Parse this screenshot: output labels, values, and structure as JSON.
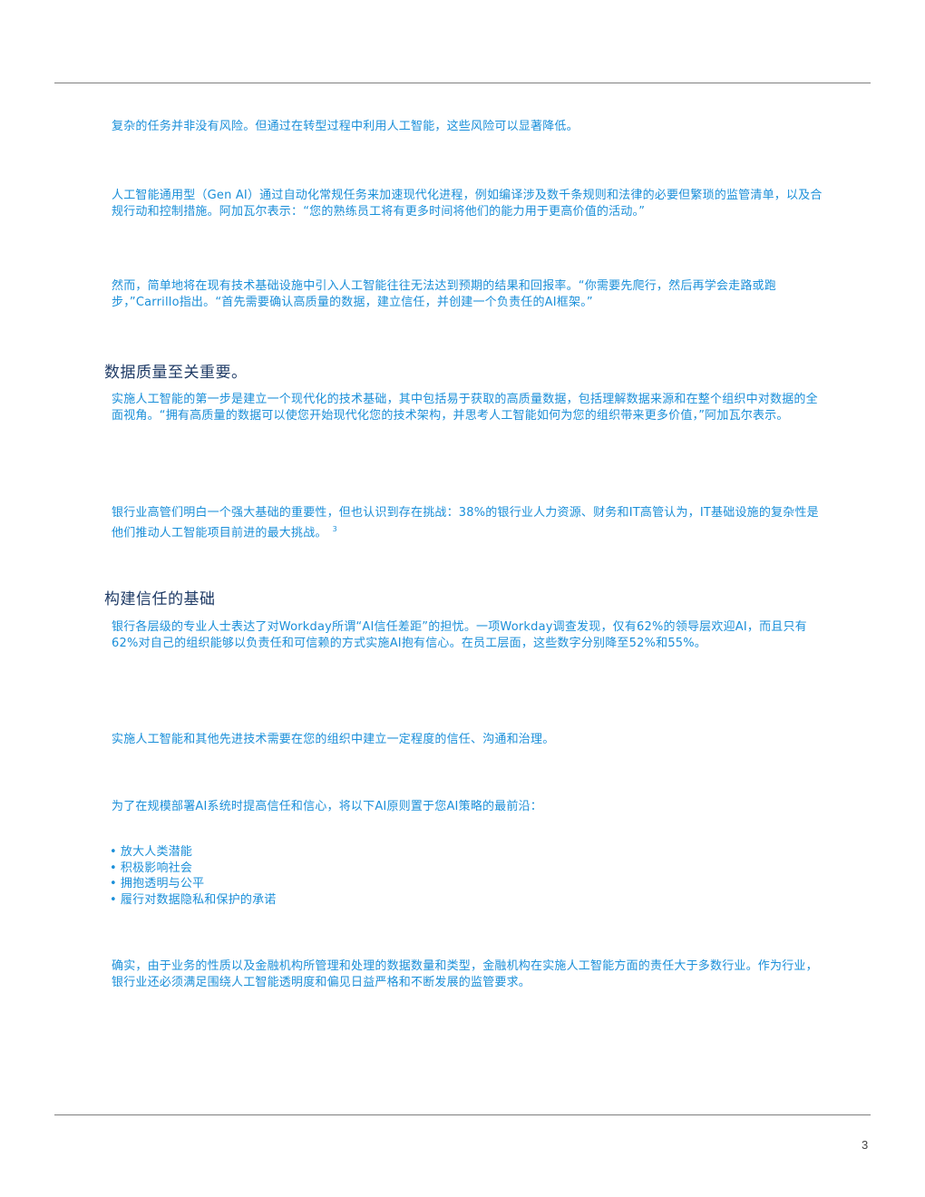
{
  "paragraphs": {
    "p1": "复杂的任务并非没有风险。但通过在转型过程中利用人工智能，这些风险可以显著降低。",
    "p2": "人工智能通用型（Gen AI）通过自动化常规任务来加速现代化进程，例如编译涉及数千条规则和法律的必要但繁琐的监管清单，以及合规行动和控制措施。阿加瓦尔表示：“您的熟练员工将有更多时间将他们的能力用于更高价值的活动。”",
    "p3": "然而，简单地将在现有技术基础设施中引入人工智能往往无法达到预期的结果和回报率。“你需要先爬行，然后再学会走路或跑步，”Carrillo指出。“首先需要确认高质量的数据，建立信任，并创建一个负责任的AI框架。”",
    "p4": "实施人工智能的第一步是建立一个现代化的技术基础，其中包括易于获取的高质量数据，包括理解数据来源和在整个组织中对数据的全面视角。“拥有高质量的数据可以使您开始现代化您的技术架构，并思考人工智能如何为您的组织带来更多价值，”阿加瓦尔表示。",
    "p5": "银行业高管们明白一个强大基础的重要性，但也认识到存在挑战：38%的银行业人力资源、财务和IT高管认为，IT基础设施的复杂性是他们推动人工智能项目前进的最大挑战。",
    "p5_footnote": "3",
    "p6": "银行各层级的专业人士表达了对Workday所谓“AI信任差距”的担忧。一项Workday调查发现，仅有62%的领导层欢迎AI，而且只有62%对自己的组织能够以负责任和可信赖的方式实施AI抱有信心。在员工层面，这些数字分别降至52%和55%。",
    "p7": "实施人工智能和其他先进技术需要在您的组织中建立一定程度的信任、沟通和治理。",
    "p8": "为了在规模部署AI系统时提高信任和信心，将以下AI原则置于您AI策略的最前沿：",
    "p9": "确实，由于业务的性质以及金融机构所管理和处理的数据数量和类型，金融机构在实施人工智能方面的责任大于多数行业。作为行业，银行业还必须满足围绕人工智能透明度和偏见日益严格和不断发展的监管要求。"
  },
  "headings": {
    "h1": "数据质量至关重要。",
    "h2": "构建信任的基础"
  },
  "principles": [
    "放大人类潜能",
    "积极影响社会",
    "拥抱透明与公平",
    "履行对数据隐私和保护的承诺"
  ],
  "page_number": "3"
}
